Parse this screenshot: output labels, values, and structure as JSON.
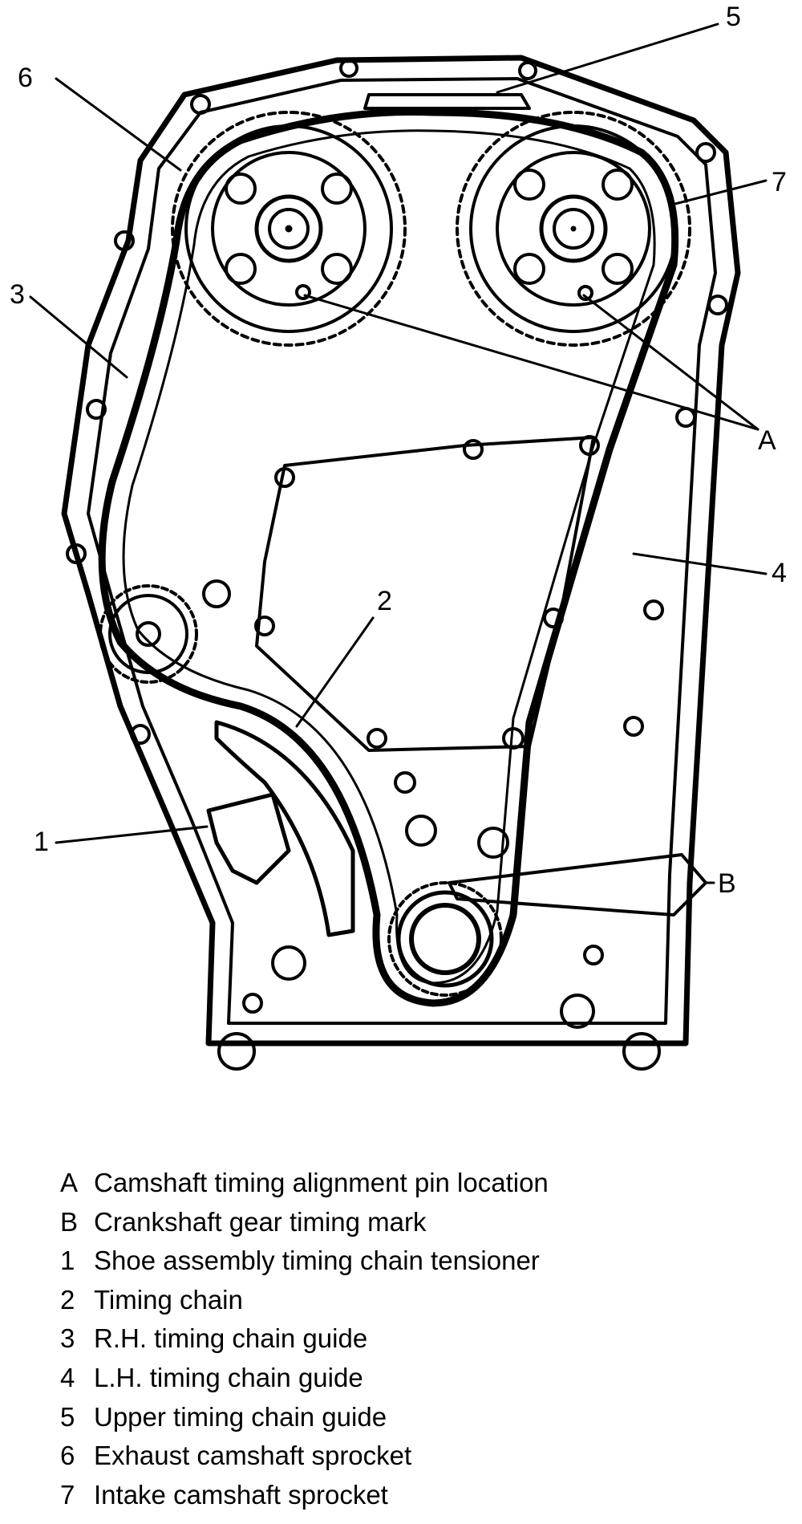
{
  "callouts": {
    "c5": "5",
    "c6": "6",
    "c7": "7",
    "c3": "3",
    "cA": "A",
    "c4": "4",
    "c2": "2",
    "c1": "1",
    "cB": "B"
  },
  "legend": [
    {
      "key": "A",
      "text": "Camshaft timing alignment pin location"
    },
    {
      "key": "B",
      "text": "Crankshaft gear timing mark"
    },
    {
      "key": "1",
      "text": "Shoe assembly timing chain tensioner"
    },
    {
      "key": "2",
      "text": "Timing chain"
    },
    {
      "key": "3",
      "text": "R.H. timing chain guide"
    },
    {
      "key": "4",
      "text": "L.H. timing chain guide"
    },
    {
      "key": "5",
      "text": "Upper timing chain guide"
    },
    {
      "key": "6",
      "text": "Exhaust camshaft sprocket"
    },
    {
      "key": "7",
      "text": "Intake camshaft sprocket"
    }
  ]
}
